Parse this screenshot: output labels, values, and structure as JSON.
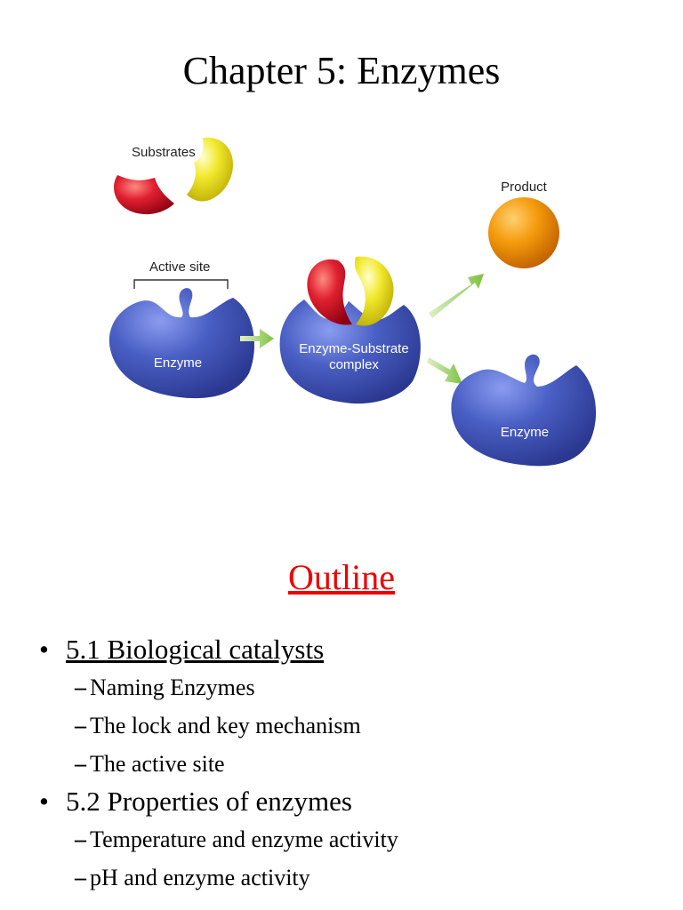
{
  "page": {
    "title": "Chapter 5: Enzymes"
  },
  "diagram": {
    "substrates_label": "Substrates",
    "active_site_label": "Active site",
    "enzyme_label": "Enzyme",
    "complex_label_line1": "Enzyme-Substrate",
    "complex_label_line2": "complex",
    "product_label": "Product",
    "enzyme_after_label": "Enzyme",
    "colors": {
      "enzyme": "#4a5fc4",
      "substrate_red": "#d81d2a",
      "substrate_yellow": "#f2e92e",
      "product": "#f59b0c",
      "arrow": "#8fcf5a"
    }
  },
  "outline": {
    "heading": "Outline",
    "heading_color": "#ee0000",
    "sections": [
      {
        "bullet": "•",
        "label": "5.1 Biological catalysts",
        "items": [
          "Naming Enzymes",
          "The lock and key mechanism",
          "The active site"
        ]
      },
      {
        "bullet": "•",
        "label": "5.2 Properties of enzymes",
        "items": [
          "Temperature and enzyme activity",
          "pH and enzyme activity"
        ]
      }
    ],
    "dash": "–"
  }
}
